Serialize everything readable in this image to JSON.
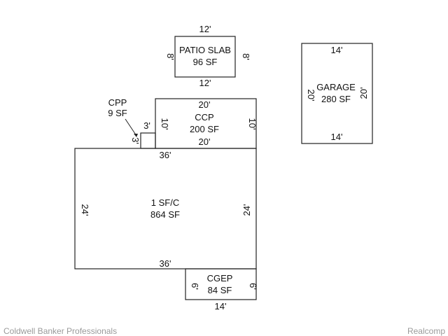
{
  "patio": {
    "name": "PATIO SLAB",
    "area": "96 SF",
    "top": "12'",
    "bottom": "12'",
    "left": "8'",
    "right": "8'"
  },
  "garage": {
    "name": "GARAGE",
    "area": "280 SF",
    "top": "14'",
    "bottom": "14'",
    "left": "20'",
    "right": "20'"
  },
  "ccp": {
    "name": "CCP",
    "area": "200 SF",
    "top": "20'",
    "bottom": "20'",
    "left": "10'",
    "right": "10'"
  },
  "cpp": {
    "name": "CPP",
    "area": "9 SF",
    "top": "3'",
    "left": "3'"
  },
  "main": {
    "name": "1 SF/C",
    "area": "864 SF",
    "top": "36'",
    "bottom": "36'",
    "left": "24'",
    "right": "24'"
  },
  "cgep": {
    "name": "CGEP",
    "area": "84 SF",
    "bottom": "14'",
    "left": "6'",
    "right": "6'"
  },
  "footer": {
    "left": "Coldwell Banker Professionals",
    "right": "Realcomp"
  },
  "colors": {
    "line": "#222222",
    "text": "#111111",
    "footer": "#9a9a9a"
  }
}
